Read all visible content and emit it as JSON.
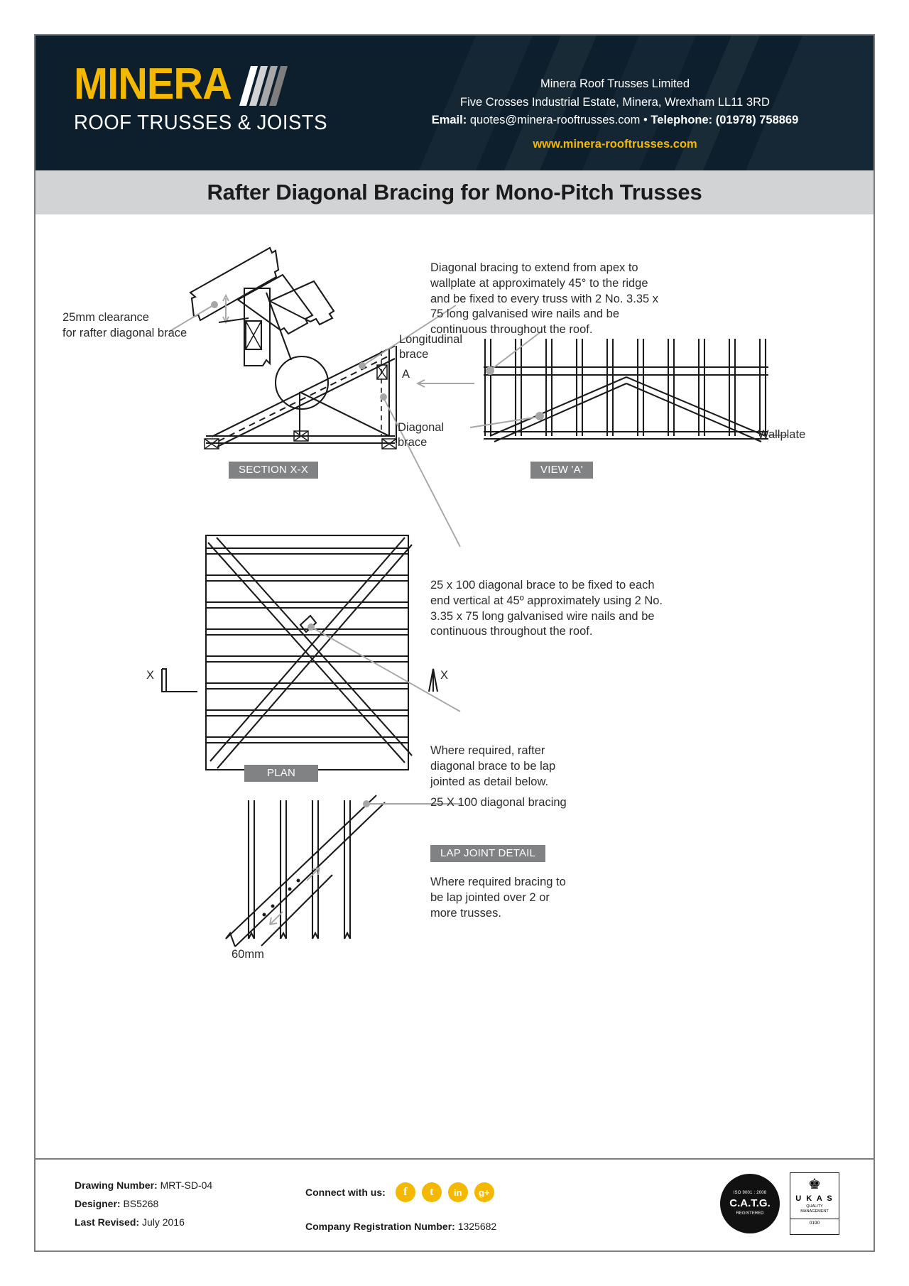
{
  "header": {
    "logo_main": "MINERA",
    "logo_sub": "ROOF TRUSSES & JOISTS",
    "company_name": "Minera Roof Trusses Limited",
    "address": "Five Crosses Industrial Estate, Minera, Wrexham LL11 3RD",
    "email_label": "Email:",
    "email": "quotes@minera-rooftrusses.com",
    "separator": "•",
    "telephone_label": "Telephone:",
    "telephone": "(01978) 758869",
    "website": "www.minera-rooftrusses.com",
    "accent_color": "#f5b800",
    "bg_color": "#0d1f2d"
  },
  "title": "Rafter Diagonal Bracing for Mono-Pitch Trusses",
  "notes": {
    "clearance": "25mm clearance\nfor rafter diagonal brace",
    "diagonal_bracing_apex": "Diagonal bracing to extend from apex to wallplate at approximately 45° to the ridge and be fixed to every truss with 2 No. 3.35 x 75 long galvanised wire nails and be continuous throughout the roof.",
    "longitudinal_brace": "Longitudinal\nbrace",
    "section_arrow_label": "A",
    "diagonal_brace": "Diagonal\nbrace",
    "wallplate": "Wallplate",
    "brace_25x100": "25 x 100 diagonal brace to be fixed to each end vertical at 45º approximately using 2 No. 3.35 x 75 long galvanised wire nails and be continuous throughout the roof.",
    "lap_jointed": "Where required, rafter diagonal brace to be lap jointed as detail below.",
    "bracing_25x100": "25 X 100 diagonal bracing",
    "lap_joint_text": "Where required bracing to be lap jointed over 2 or more trusses.",
    "dimension_60mm": "60mm",
    "mark_x_left": "X",
    "mark_x_right": "X"
  },
  "captions": {
    "section": "SECTION X-X",
    "view_a": "VIEW 'A'",
    "plan": "PLAN",
    "lap_joint": "LAP JOINT DETAIL"
  },
  "footer": {
    "drawing_number_label": "Drawing Number:",
    "drawing_number": "MRT-SD-04",
    "designer_label": "Designer:",
    "designer": "BS5268",
    "last_revised_label": "Last Revised:",
    "last_revised": "July 2016",
    "connect_label": "Connect with us:",
    "social": [
      {
        "name": "facebook-icon",
        "glyph": "f"
      },
      {
        "name": "twitter-icon",
        "glyph": "t"
      },
      {
        "name": "linkedin-icon",
        "glyph": "in"
      },
      {
        "name": "google-plus-icon",
        "glyph": "g+"
      }
    ],
    "company_reg_label": "Company Registration Number:",
    "company_reg": "1325682",
    "catg": {
      "top": "ISO 9001 : 2008",
      "main": "C.A.T.G.",
      "bottom": "REGISTERED"
    },
    "ukas": {
      "crown": "♚",
      "title": "U K A S",
      "sub": "QUALITY\nMANAGEMENT",
      "number": "0190"
    }
  }
}
